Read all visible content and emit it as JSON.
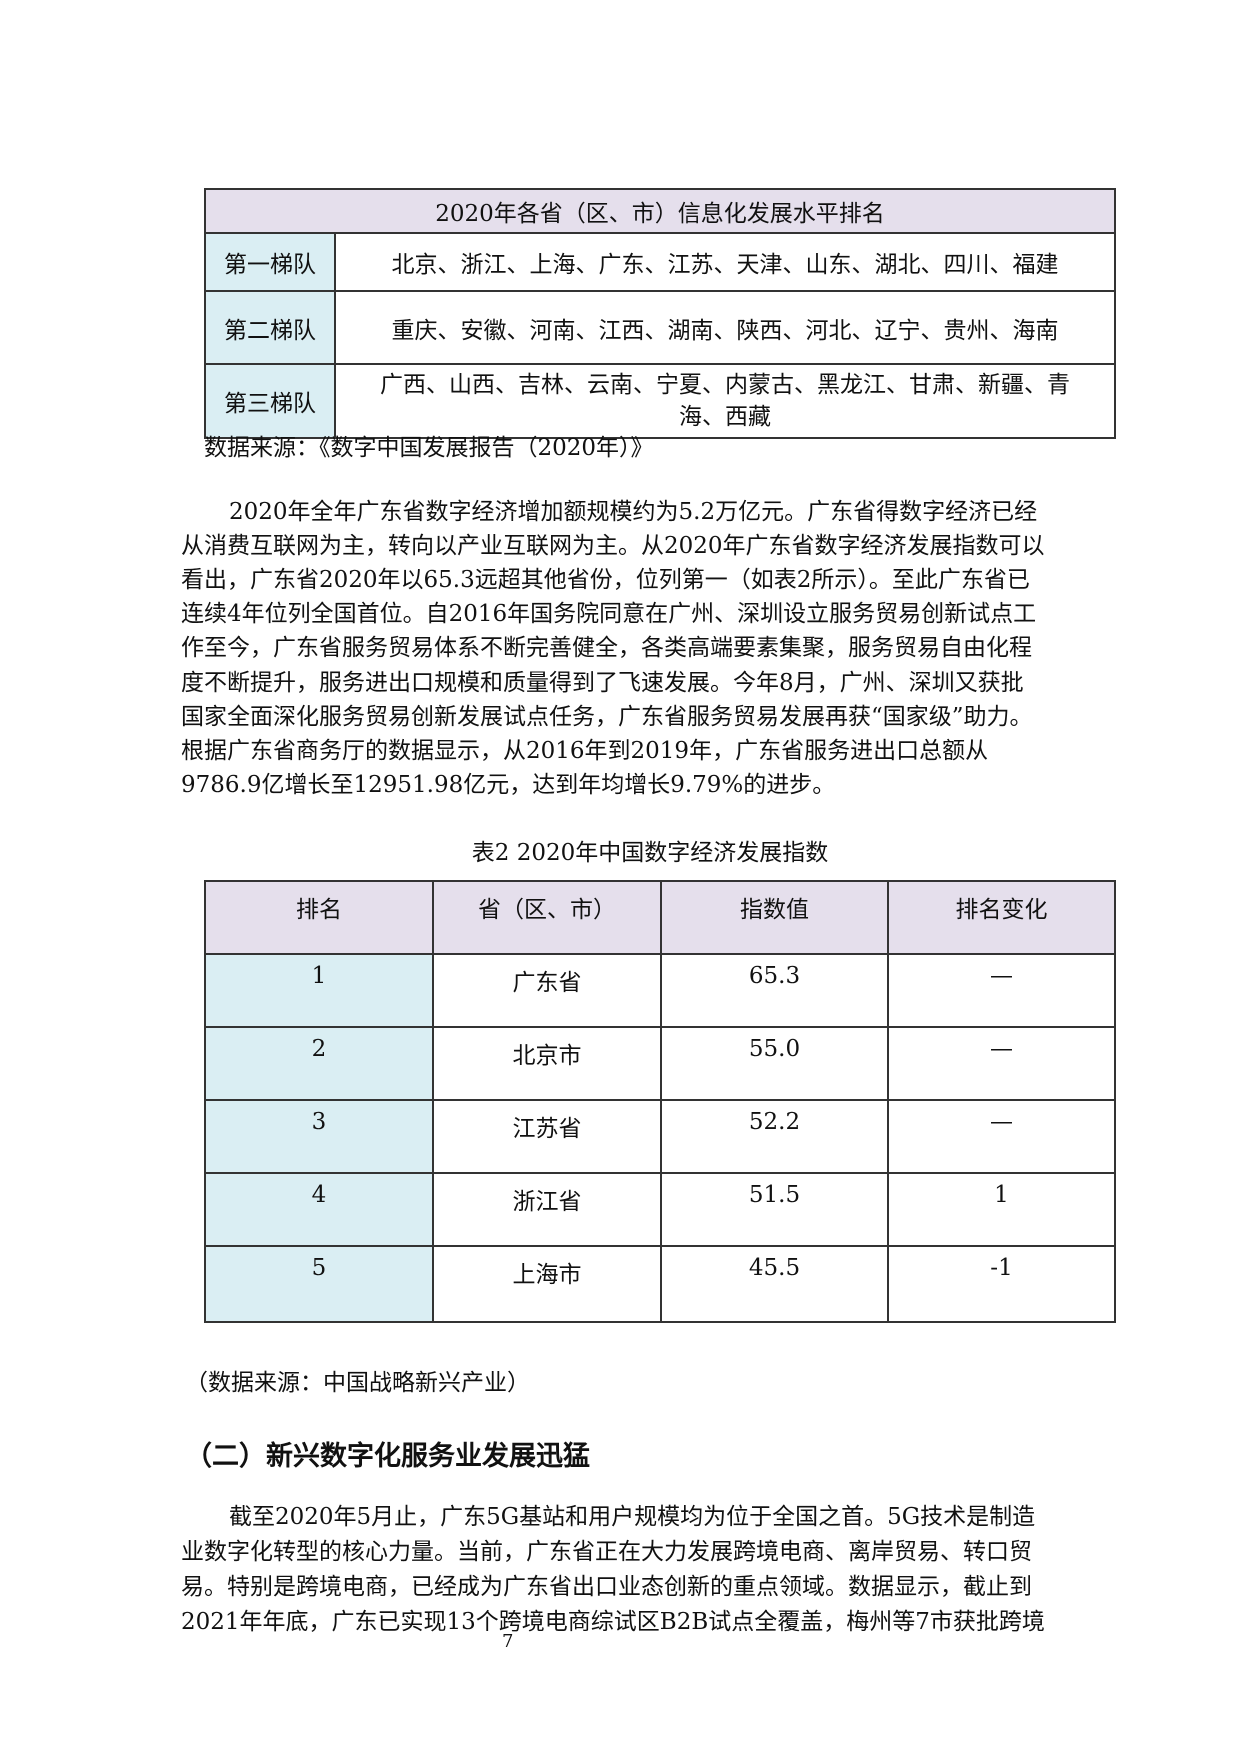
{
  "table1": {
    "title": "2020年各省（区、市）信息化发展水平排名",
    "rows": [
      {
        "tier": "第一梯队",
        "lines": [
          "北京、浙江、上海、广东、江苏、天津、山东、湖北、四川、福建"
        ]
      },
      {
        "tier": "第二梯队",
        "lines": [
          "重庆、安徽、河南、江西、湖南、陕西、河北、辽宁、贵州、海南"
        ]
      },
      {
        "tier": "第三梯队",
        "lines": [
          "广西、山西、吉林、云南、宁夏、内蒙古、黑龙江、甘肃、新疆、青",
          "海、西藏"
        ]
      }
    ],
    "source": "数据来源：《数字中国发展报告（2020年）》"
  },
  "paragraph1": [
    "2020年全年广东省数字经济增加额规模约为5.2万亿元。广东省得数字经济已经",
    "从消费互联网为主，转向以产业互联网为主。从2020年广东省数字经济发展指数可以",
    "看出，广东省2020年以65.3远超其他省份，位列第一（如表2所示）。至此广东省已",
    "连续4年位列全国首位。自2016年国务院同意在广州、深圳设立服务贸易创新试点工",
    "作至今，广东省服务贸易体系不断完善健全，各类高端要素集聚，服务贸易自由化程",
    "度不断提升，服务进出口规模和质量得到了飞速发展。今年8月，广州、深圳又获批",
    "国家全面深化服务贸易创新发展试点任务，广东省服务贸易发展再获“国家级”助力。",
    "根据广东省商务厅的数据显示，从2016年到2019年，广东省服务进出口总额从",
    "9786.9亿增长至12951.98亿元，达到年均增长9.79%的进步。"
  ],
  "table2": {
    "caption": "表2 2020年中国数字经济发展指数",
    "headers": [
      "排名",
      "省（区、市）",
      "指数值",
      "排名变化"
    ],
    "rows": [
      [
        "1",
        "广东省",
        "65.3",
        "—"
      ],
      [
        "2",
        "北京市",
        "55.0",
        "—"
      ],
      [
        "3",
        "江苏省",
        "52.2",
        "—"
      ],
      [
        "4",
        "浙江省",
        "51.5",
        "1"
      ],
      [
        "5",
        "上海市",
        "45.5",
        "-1"
      ]
    ],
    "source": "（数据来源：中国战略新兴产业）"
  },
  "section_heading": "（二）新兴数字化服务业发展迅猛",
  "paragraph2": [
    "截至2020年5月止，广东5G基站和用户规模均为位于全国之首。5G技术是制造",
    "业数字化转型的核心力量。当前，广东省正在大力发展跨境电商、离岸贸易、转口贸",
    "易。特别是跨境电商，已经成为广东省出口业态创新的重点领域。数据显示，截止到",
    "2021年年底，广东已实现13个跨境电商综试区B2B试点全覆盖，梅州等7市获批跨境"
  ],
  "page_number": "7",
  "colors": {
    "header_bg": "#e5dfec",
    "first_col_bg": "#daeef3"
  }
}
